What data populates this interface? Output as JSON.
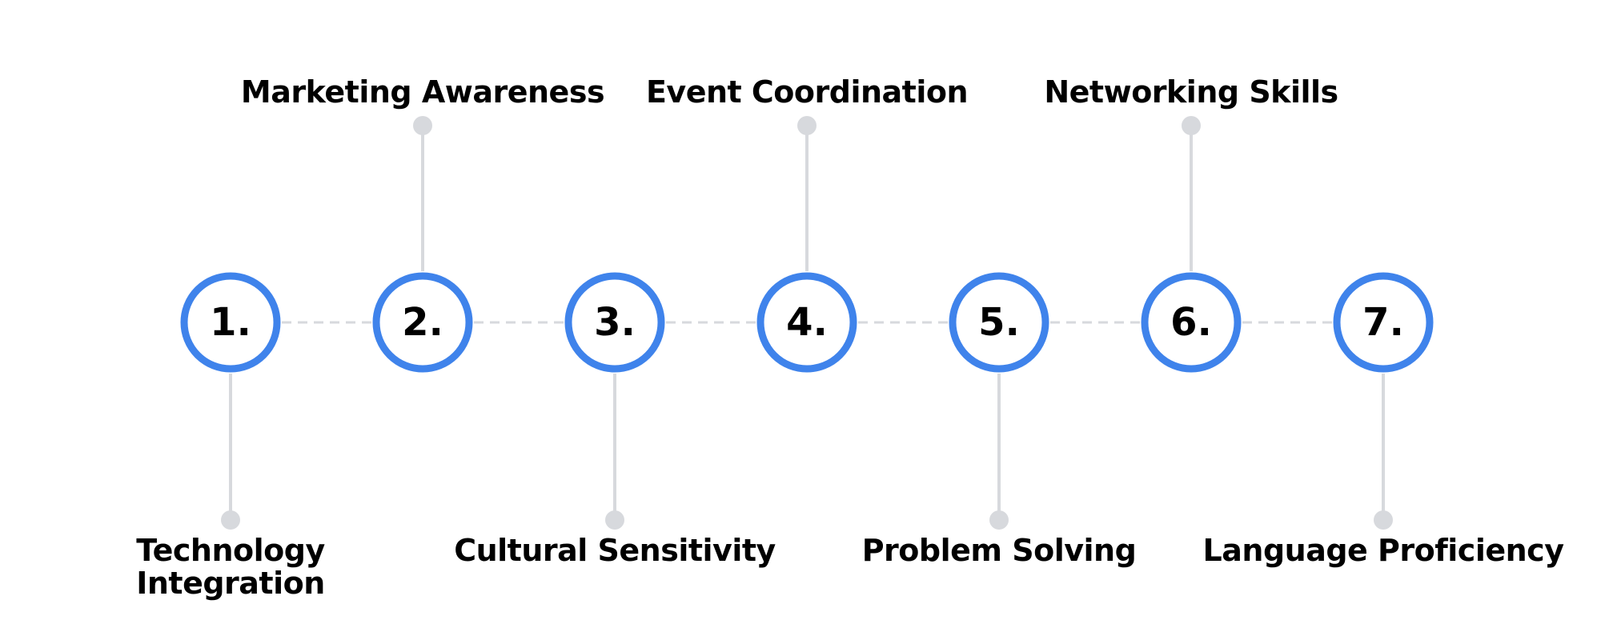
{
  "colors": {
    "accent": "#3f83eb",
    "connector": "#d7d9dd",
    "text": "#000000"
  },
  "steps": [
    {
      "number": "1.",
      "label": "Technology Integration",
      "side": "bottom"
    },
    {
      "number": "2.",
      "label": "Marketing Awareness",
      "side": "top"
    },
    {
      "number": "3.",
      "label": "Cultural Sensitivity",
      "side": "bottom"
    },
    {
      "number": "4.",
      "label": "Event Coordination",
      "side": "top"
    },
    {
      "number": "5.",
      "label": "Problem Solving",
      "side": "bottom"
    },
    {
      "number": "6.",
      "label": "Networking Skills",
      "side": "top"
    },
    {
      "number": "7.",
      "label": "Language Proficiency",
      "side": "bottom"
    }
  ]
}
